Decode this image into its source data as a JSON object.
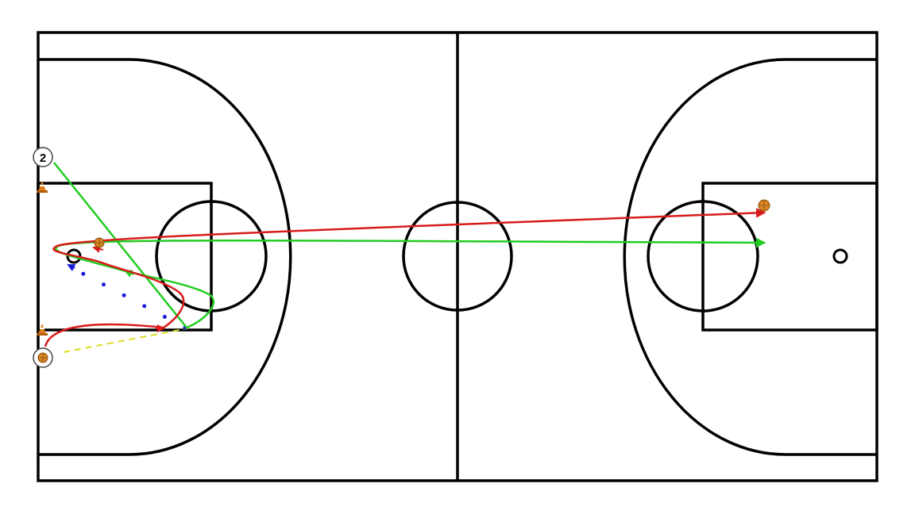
{
  "court": {
    "line_color": "#000000",
    "background": "#ffffff"
  },
  "players": [
    {
      "id": "player-2",
      "label": "2",
      "icon": "numbered-circle-icon"
    },
    {
      "id": "player-ball",
      "label": "",
      "icon": "basketball-player-icon"
    }
  ],
  "markers": [
    {
      "icon": "cone-icon",
      "color": "#e07b1a"
    },
    {
      "icon": "cone-icon",
      "color": "#e07b1a"
    },
    {
      "icon": "basketball-icon",
      "color": "#d88422"
    },
    {
      "icon": "basketball-icon",
      "color": "#d88422"
    }
  ],
  "paths": {
    "dribble_color": "#d81b1b",
    "cut_color": "#22cc22",
    "pass_color": "#1a1ad6",
    "screen_color": "#dddd22"
  }
}
